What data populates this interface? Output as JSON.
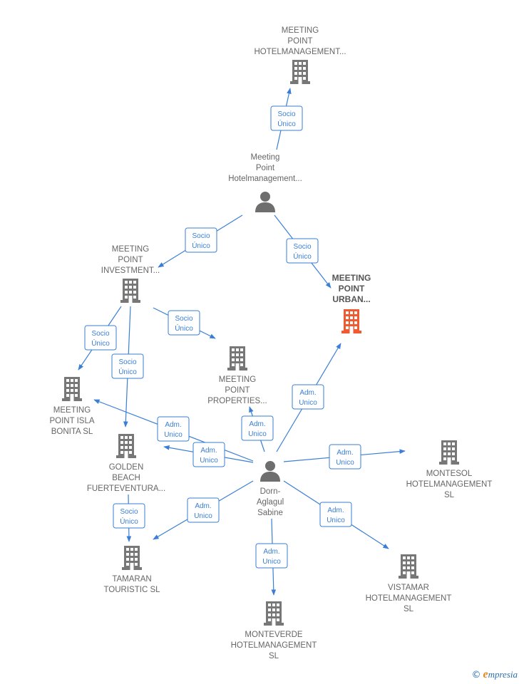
{
  "colors": {
    "edge": "#3a7fd5",
    "building": "#777777",
    "focus_building": "#f05a30",
    "person": "#6e6e6e",
    "label": "#666666"
  },
  "nodes": [
    {
      "id": "mp_hotel_top",
      "type": "company",
      "icon": "building-icon",
      "lines": [
        "MEETING",
        "POINT",
        "HOTELMANAGEMENT..."
      ]
    },
    {
      "id": "mp_hotel_person",
      "type": "person",
      "icon": "person-icon",
      "lines": [
        "Meeting",
        "Point",
        "Hotelmanagement..."
      ]
    },
    {
      "id": "mp_investment",
      "type": "company",
      "icon": "building-icon",
      "lines": [
        "MEETING",
        "POINT",
        "INVESTMENT..."
      ]
    },
    {
      "id": "mp_urban",
      "type": "company",
      "focus": true,
      "icon": "building-icon",
      "lines": [
        "MEETING",
        "POINT",
        "URBAN..."
      ]
    },
    {
      "id": "mp_properties",
      "type": "company",
      "icon": "building-icon",
      "lines": [
        "MEETING",
        "POINT",
        "PROPERTIES..."
      ]
    },
    {
      "id": "mp_isla_bonita",
      "type": "company",
      "icon": "building-icon",
      "lines": [
        "MEETING",
        "POINT ISLA",
        "BONITA  SL"
      ]
    },
    {
      "id": "golden_beach",
      "type": "company",
      "icon": "building-icon",
      "lines": [
        "GOLDEN",
        "BEACH",
        "FUERTEVENTURA..."
      ]
    },
    {
      "id": "dorn",
      "type": "person",
      "icon": "person-icon",
      "lines": [
        "Dorn-",
        "Aglagul",
        "Sabine"
      ]
    },
    {
      "id": "montesol",
      "type": "company",
      "icon": "building-icon",
      "lines": [
        "MONTESOL",
        "HOTELMANAGEMENT",
        "SL"
      ]
    },
    {
      "id": "tamaran",
      "type": "company",
      "icon": "building-icon",
      "lines": [
        "TAMARAN",
        "TOURISTIC  SL"
      ]
    },
    {
      "id": "vistamar",
      "type": "company",
      "icon": "building-icon",
      "lines": [
        "VISTAMAR",
        "HOTELMANAGEMENT",
        "SL"
      ]
    },
    {
      "id": "monteverde",
      "type": "company",
      "icon": "building-icon",
      "lines": [
        "MONTEVERDE",
        "HOTELMANAGEMENT",
        "SL"
      ]
    }
  ],
  "edges": [
    {
      "from": "mp_hotel_person",
      "to": "mp_hotel_top",
      "label": [
        "Socio",
        "Único"
      ]
    },
    {
      "from": "mp_hotel_person",
      "to": "mp_investment",
      "label": [
        "Socio",
        "Único"
      ]
    },
    {
      "from": "mp_hotel_person",
      "to": "mp_urban",
      "label": [
        "Socio",
        "Único"
      ]
    },
    {
      "from": "mp_investment",
      "to": "mp_isla_bonita",
      "label": [
        "Socio",
        "Único"
      ]
    },
    {
      "from": "mp_investment",
      "to": "golden_beach",
      "label": [
        "Socio",
        "Único"
      ]
    },
    {
      "from": "mp_investment",
      "to": "mp_properties",
      "label": [
        "Socio",
        "Único"
      ]
    },
    {
      "from": "golden_beach",
      "to": "tamaran",
      "label": [
        "Socio",
        "Único"
      ]
    },
    {
      "from": "dorn",
      "to": "mp_urban",
      "label": [
        "Adm.",
        "Unico"
      ]
    },
    {
      "from": "dorn",
      "to": "mp_properties",
      "label": [
        "Adm.",
        "Unico"
      ]
    },
    {
      "from": "dorn",
      "to": "mp_isla_bonita",
      "label": [
        "Adm.",
        "Unico"
      ]
    },
    {
      "from": "dorn",
      "to": "golden_beach",
      "label": [
        "Adm.",
        "Unico"
      ]
    },
    {
      "from": "dorn",
      "to": "montesol",
      "label": [
        "Adm.",
        "Unico"
      ]
    },
    {
      "from": "dorn",
      "to": "tamaran",
      "label": [
        "Adm.",
        "Unico"
      ]
    },
    {
      "from": "dorn",
      "to": "vistamar",
      "label": [
        "Adm.",
        "Unico"
      ]
    },
    {
      "from": "dorn",
      "to": "monteverde",
      "label": [
        "Adm.",
        "Unico"
      ]
    }
  ],
  "footer": {
    "copyright": "©",
    "brand_initial": "e",
    "brand_rest": "mpresia"
  }
}
